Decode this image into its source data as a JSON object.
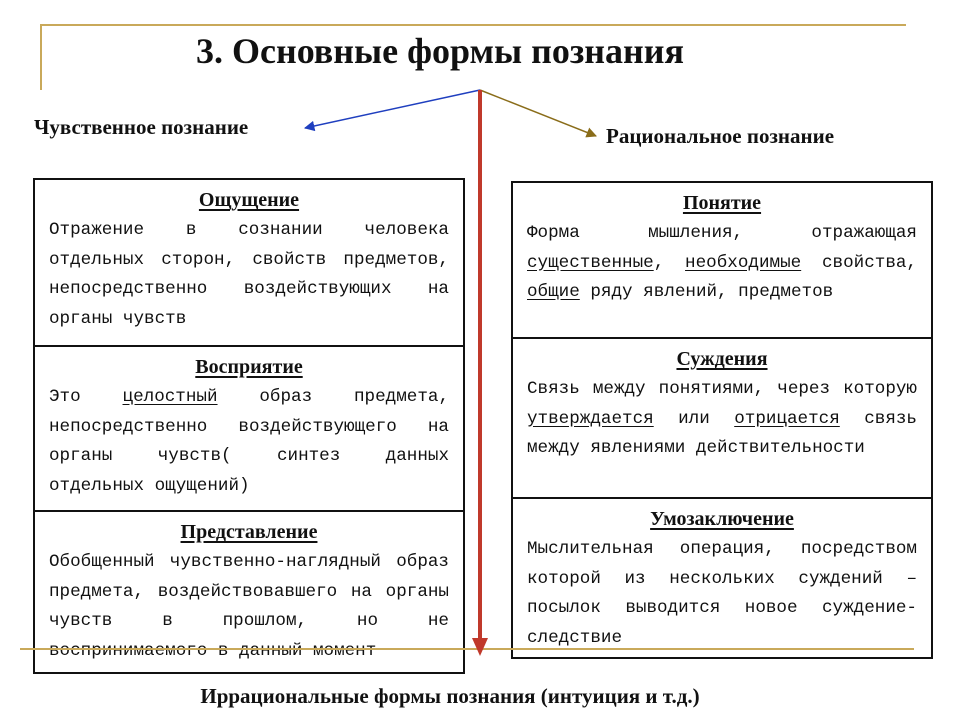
{
  "title": "3. Основные формы познания",
  "branches": {
    "left": "Чувственное познание",
    "right": "Рациональное познание"
  },
  "sensory": [
    {
      "heading": "Ощущение",
      "text": "Отражение в сознании человека отдельных сторон, свойств предметов, непосредственно воздействующих на органы чувств"
    },
    {
      "heading": "Восприятие",
      "text_1": "Это",
      "text_u1": "целостный",
      "text_2": "образ предмета, непосредственно воздействующего на органы чувств( синтез данных отдельных ощущений)"
    },
    {
      "heading": "Представление",
      "text": "Обобщенный чувственно-наглядный образ предмета, воздействовавшего на органы чувств в прошлом, но не воспринимаемого в данный момент"
    }
  ],
  "rational": [
    {
      "heading": "Понятие",
      "text_1": "Форма мышления, отражающая",
      "text_u1": "существенные",
      "text_2": ",",
      "text_u2": "необходимые",
      "text_3": "свойства,",
      "text_u3": "общие",
      "text_4": "ряду явлений, предметов"
    },
    {
      "heading": "Суждения",
      "text_1": "Связь между понятиями, через которую",
      "text_u1": "утверждается",
      "text_2": "или",
      "text_u2": "отрицается",
      "text_3": "связь между явлениями действительности"
    },
    {
      "heading": "Умозаключение",
      "text": "Мыслительная операция, посредством которой из нескольких суждений – посылок выводится новое суждение-следствие"
    }
  ],
  "footer": "Иррациональные формы познания (интуиция и т.д.)",
  "colors": {
    "main_arrow": "#c0392b",
    "left_arrow": "#1f3fbf",
    "right_arrow": "#8a6d1a",
    "decor_line": "#c9a95a"
  }
}
